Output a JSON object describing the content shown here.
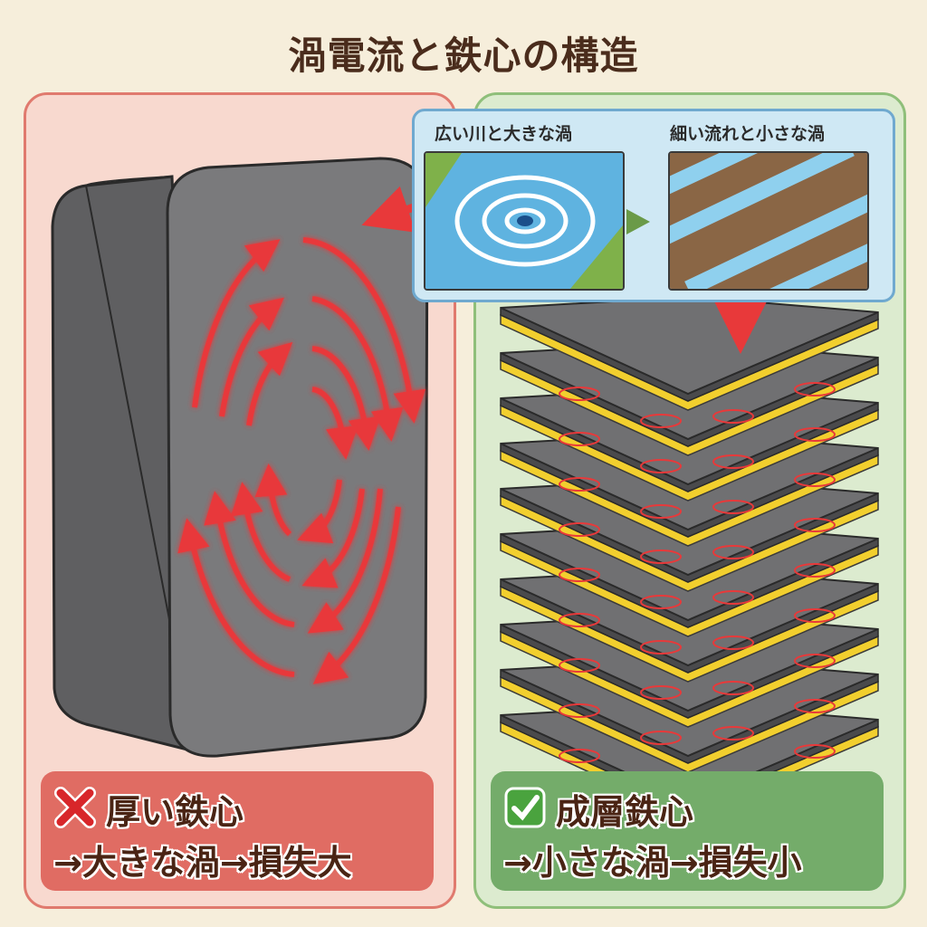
{
  "title": "渦電流と鉄心の構造",
  "inset": {
    "left_label": "広い川と大きな渦",
    "right_label": "細い流れと小さな渦"
  },
  "left_panel": {
    "icon": "cross-mark-icon",
    "heading": "厚い鉄心",
    "result": "→大きな渦→損失大"
  },
  "right_panel": {
    "icon": "check-mark-icon",
    "heading": "成層鉄心",
    "result": "→小さな渦→損失小"
  },
  "colors": {
    "bad": "#e06c63",
    "good": "#74ac6a",
    "eddy": "#e8393a",
    "laminate_insulation": "#f2cf2e"
  }
}
